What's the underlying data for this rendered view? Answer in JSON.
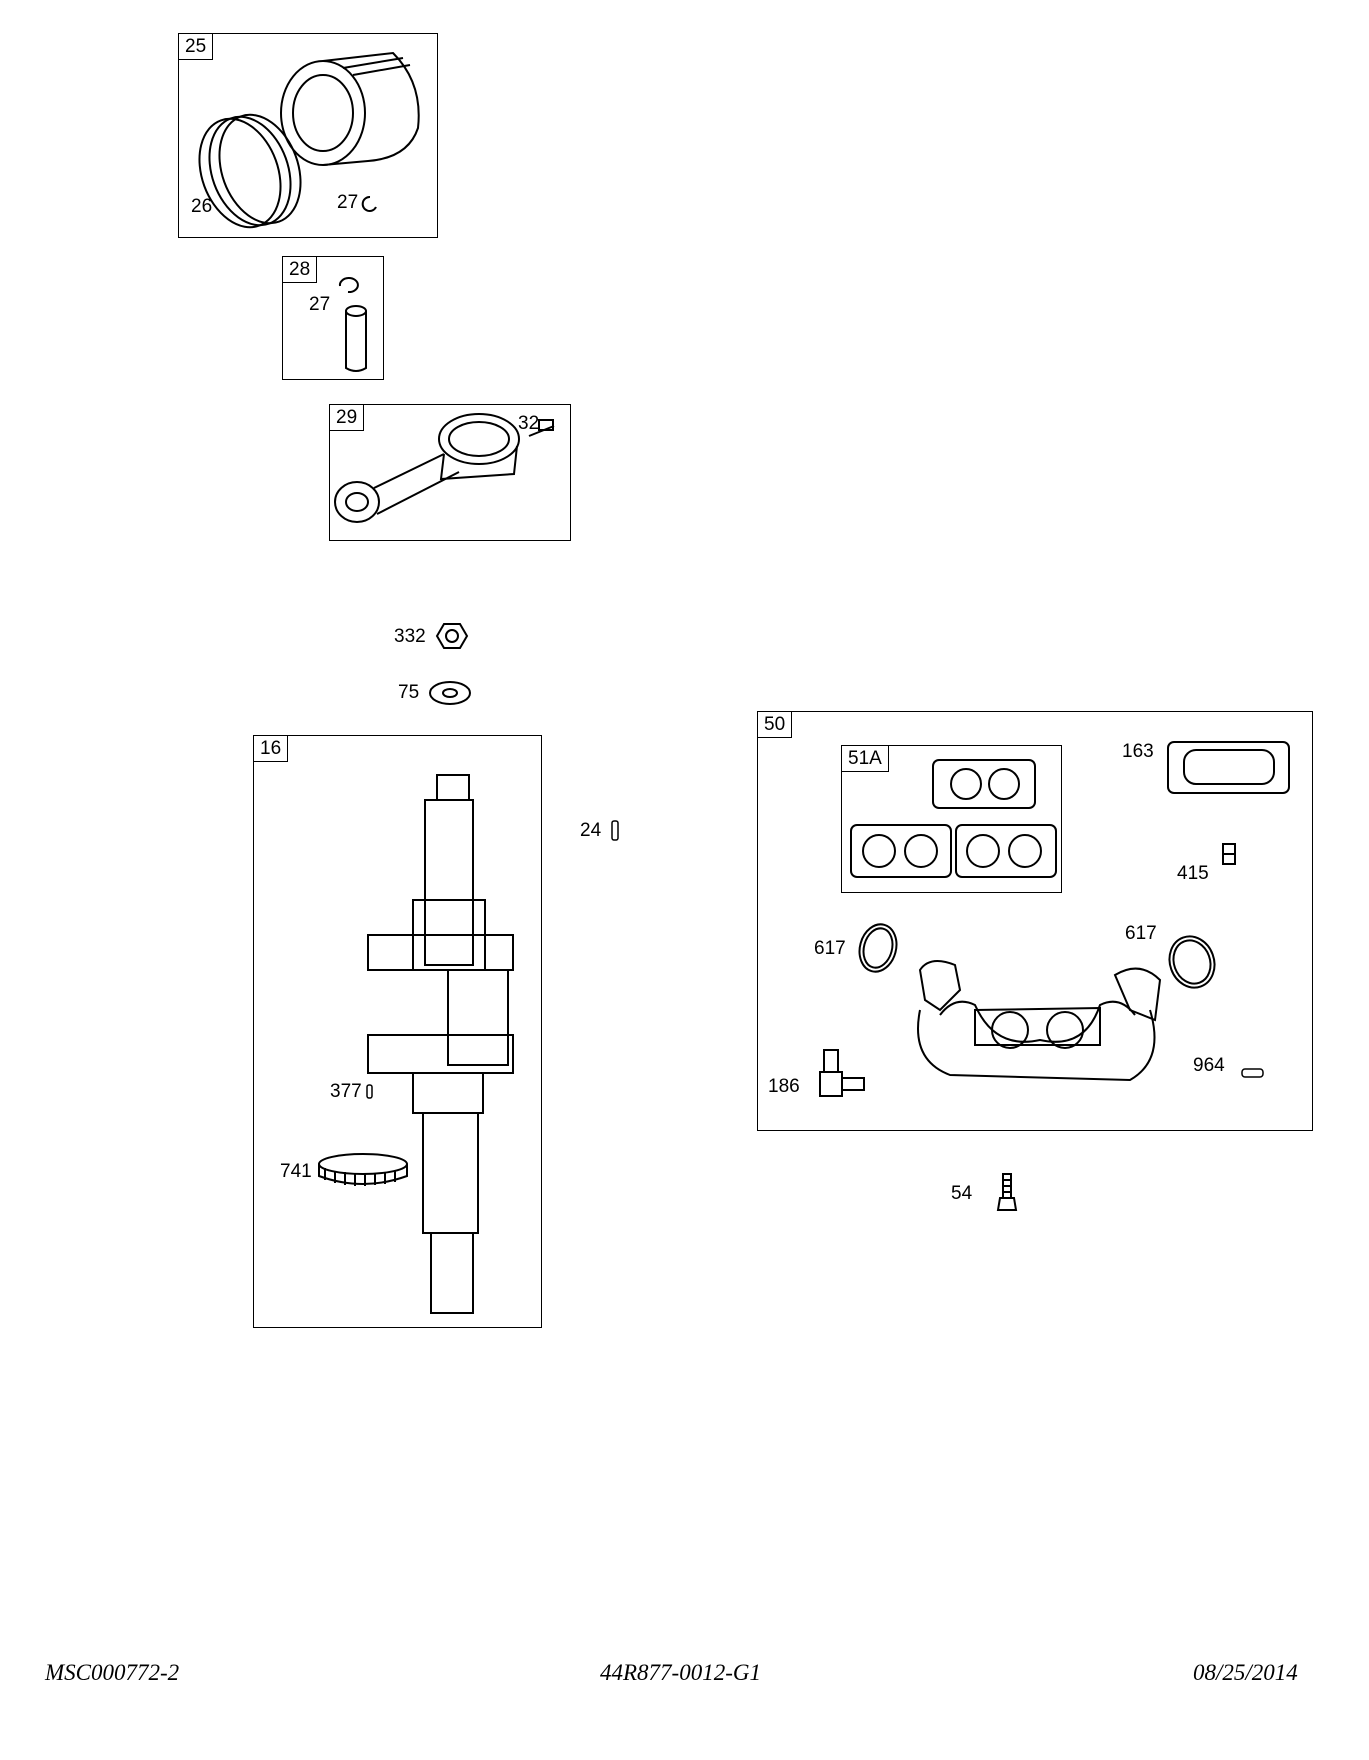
{
  "groups": {
    "piston": {
      "ref": "25",
      "labels": {
        "rings": "26",
        "clip": "27"
      }
    },
    "piston_pin": {
      "ref": "28",
      "labels": {
        "clip": "27"
      }
    },
    "connecting_rod": {
      "ref": "29",
      "labels": {
        "bolt": "32"
      }
    },
    "crankshaft": {
      "ref": "16",
      "labels": {
        "key": "377",
        "gear": "741"
      }
    },
    "gasket_set": {
      "ref": "50",
      "sub_ref": "51A",
      "labels": {
        "gasket": "163",
        "fitting": "415",
        "seal_left": "617",
        "seal_right": "617",
        "elbow": "186",
        "pin": "964"
      }
    }
  },
  "loose_parts": {
    "nut": "332",
    "washer": "75",
    "key": "24",
    "screw": "54"
  },
  "footer": {
    "left": "MSC000772-2",
    "center": "44R877-0012-G1",
    "right": "08/25/2014"
  }
}
